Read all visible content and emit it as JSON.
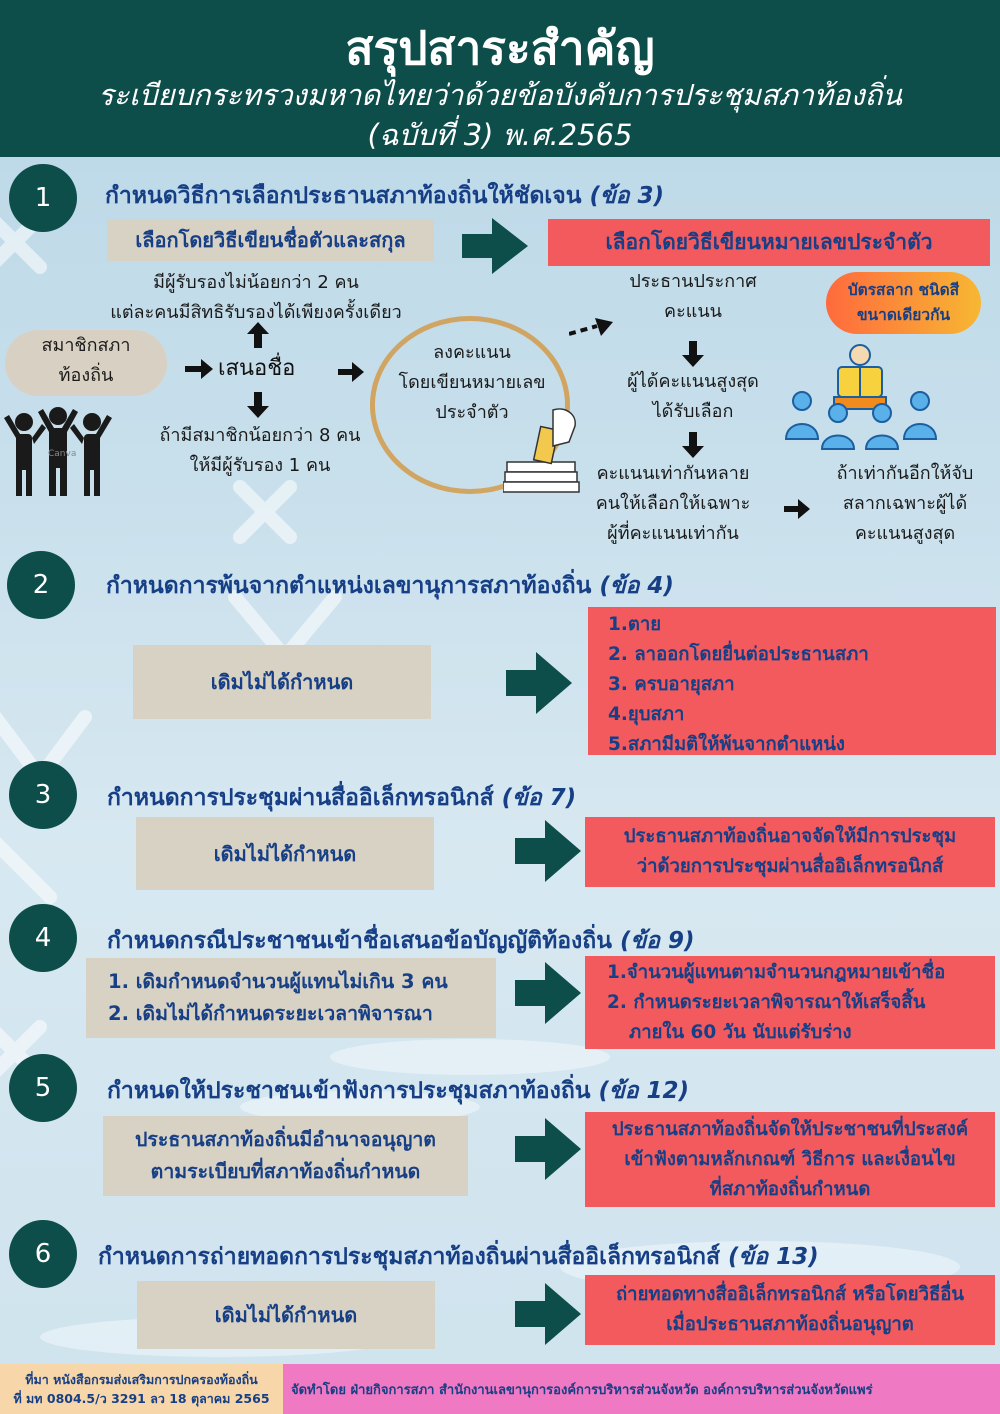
{
  "header": {
    "title": "สรุปสาระสำคัญ",
    "subtitle1": "ระเบียบกระทรวงมหาดไทยว่าด้วยข้อบังคับการประชุมสภาท้องถิ่น",
    "subtitle2": "(ฉบับที่ 3) พ.ศ.2565"
  },
  "s1": {
    "num": "1",
    "title": "กำหนดวิธีการเลือกประธานสภาท้องถิ่นให้ชัดเจน",
    "ref": "(ข้อ 3)",
    "old_box": "เลือกโดยวิธีเขียนชื่อตัวและสกุล",
    "new_box": "เลือกโดยวิธีเขียนหมายเลขประจำตัว",
    "member": [
      "สมาชิกสภา",
      "ท้องถิ่น"
    ],
    "nominate": "เสนอชื่อ",
    "endorse_top": [
      "มีผู้รับรองไม่น้อยกว่า 2 คน",
      "แต่ละคนมีสิทธิรับรองได้เพียงครั้งเดียว"
    ],
    "endorse_bottom": [
      "ถ้ามีสมาชิกน้อยกว่า 8 คน",
      "ให้มีผู้รับรอง 1 คน"
    ],
    "vote": [
      "ลงคะแนน",
      "โดยเขียนหมายเลข",
      "ประจำตัว"
    ],
    "announce": [
      "ประธานประกาศ",
      "คะแนน"
    ],
    "winner": [
      "ผู้ได้คะแนนสูงสุด",
      "ได้รับเลือก"
    ],
    "tie": [
      "คะแนนเท่ากันหลาย",
      "คนให้เลือกให้เฉพาะ",
      "ผู้ที่คะแนนเท่ากัน"
    ],
    "lottery_badge": [
      "บัตรสลาก ชนิดสี",
      "ขนาดเดียวกัน"
    ],
    "tie_again": [
      "ถ้าเท่ากันอีกให้จับ",
      "สลากเฉพาะผู้ได้",
      "คะแนนสูงสุด"
    ],
    "watermark": "Canva"
  },
  "s2": {
    "num": "2",
    "title": "กำหนดการพ้นจากตำแหน่งเลขานุการสภาท้องถิ่น",
    "ref": "(ข้อ 4)",
    "old_box": "เดิมไม่ได้กำหนด",
    "new_items": [
      "1.ตาย",
      "2. ลาออกโดยยื่นต่อประธานสภา",
      "3. ครบอายุสภา",
      "4.ยุบสภา",
      "5.สภามีมติให้พ้นจากตำแหน่ง"
    ]
  },
  "s3": {
    "num": "3",
    "title": "กำหนดการประชุมผ่านสื่ออิเล็กทรอนิกส์",
    "ref": "(ข้อ 7)",
    "old_box": "เดิมไม่ได้กำหนด",
    "new_lines": [
      "ประธานสภาท้องถิ่นอาจจัดให้มีการประชุม",
      "ว่าด้วยการประชุมผ่านสื่ออิเล็กทรอนิกส์"
    ]
  },
  "s4": {
    "num": "4",
    "title": "กำหนดกรณีประชาชนเข้าชื่อเสนอข้อบัญญัติท้องถิ่น",
    "ref": "(ข้อ 9)",
    "old_lines": [
      "1. เดิมกำหนดจำนวนผู้แทนไม่เกิน 3 คน",
      "2. เดิมไม่ได้กำหนดระยะเวลาพิจารณา"
    ],
    "new_lines": [
      "1.จำนวนผู้แทนตามจำนวนกฎหมายเข้าชื่อ",
      "2. กำหนดระยะเวลาพิจารณาให้เสร็จสิ้น",
      "ภายใน 60 วัน นับแต่รับร่าง"
    ]
  },
  "s5": {
    "num": "5",
    "title": "กำหนดให้ประชาชนเข้าฟังการประชุมสภาท้องถิ่น",
    "ref": "(ข้อ 12)",
    "old_lines": [
      "ประธานสภาท้องถิ่นมีอำนาจอนุญาต",
      "ตามระเบียบที่สภาท้องถิ่นกำหนด"
    ],
    "new_lines": [
      "ประธานสภาท้องถิ่นจัดให้ประชาชนที่ประสงค์",
      "เข้าฟังตามหลักเกณฑ์ วิธีการ และเงื่อนไข",
      "ที่สภาท้องถิ่นกำหนด"
    ]
  },
  "s6": {
    "num": "6",
    "title": "กำหนดการถ่ายทอดการประชุมสภาท้องถิ่นผ่านสื่ออิเล็กทรอนิกส์",
    "ref": "(ข้อ 13)",
    "old_box": "เดิมไม่ได้กำหนด",
    "new_lines": [
      "ถ่ายทอดทางสื่ออิเล็กทรอนิกส์ หรือโดยวิธีอื่น",
      "เมื่อประธานสภาท้องถิ่นอนุญาต"
    ]
  },
  "footer": {
    "source1": "ที่มา หนังสือกรมส่งเสริมการปกครองท้องถิ่น",
    "source2": "ที่ มท 0804.5/ว 3291 ลว 18 ตุลาคม 2565",
    "made_by": "จัดทำโดย ฝ่ายกิจการสภา สำนักงานเลขานุการองค์การบริหารส่วนจังหวัด องค์การบริหารส่วนจังหวัดแพร่"
  },
  "colors": {
    "header_bg": "#0d4d4a",
    "title_blue": "#173f86",
    "red_box": "#f25a5e",
    "beige_box": "#d7d2c3",
    "footer_pink": "#f079c3",
    "footer_peach": "#f7d7a9"
  }
}
